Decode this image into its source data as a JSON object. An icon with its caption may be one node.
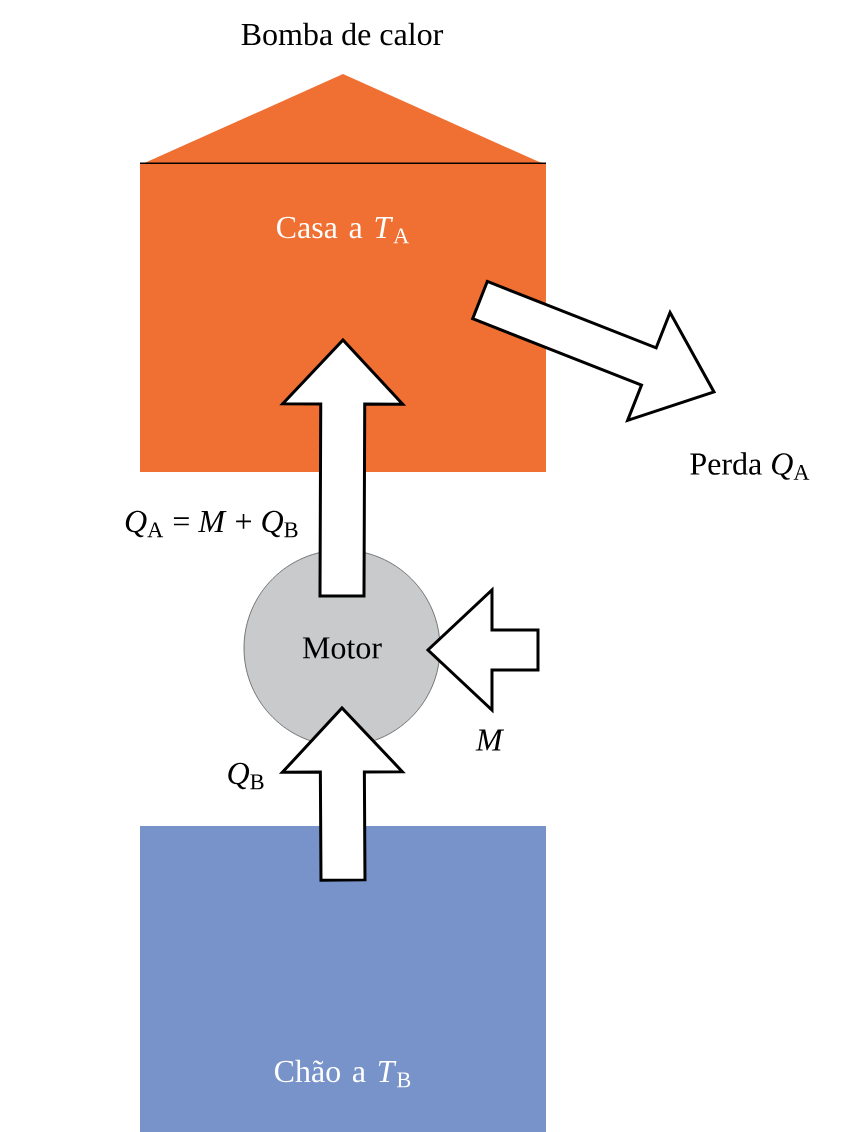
{
  "diagram": {
    "title": "Bomba de calor",
    "nodes": [
      {
        "text": [
          "Casa a *T*$_{A}$"
        ]
      },
      {
        "text": [
          "Motor"
        ]
      },
      {
        "text": [
          "Chão a *T*$_{B}$"
        ]
      },
      {
        "text": [
          "Perda *Q*$_{A}$"
        ]
      }
    ],
    "edges": [
      {
        "from": 1,
        "to": 0,
        "arrow": "to",
        "label": "*Q*$_{A}$ = *M* + *Q*$_{B}$"
      },
      {
        "from": 2,
        "to": 1,
        "arrow": "to",
        "label": "*Q*$_{B}$"
      },
      {
        "from": null,
        "to": 1,
        "arrow": "to",
        "label": "*M*"
      },
      {
        "from": 0,
        "to": 3,
        "arrow": "to"
      }
    ]
  }
}
